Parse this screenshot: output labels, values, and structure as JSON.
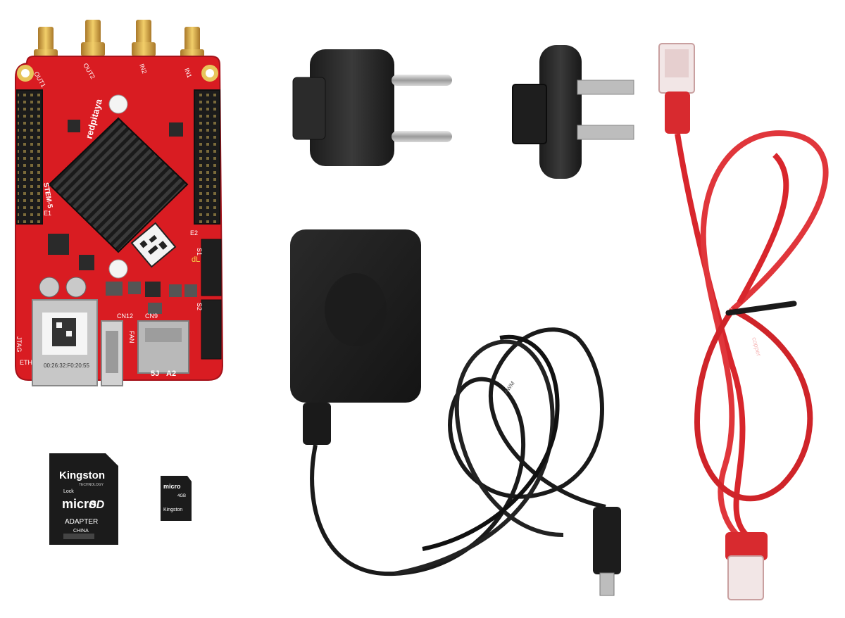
{
  "scene": {
    "description_items": [
      "red-pitaya-board",
      "eu-plug-adapter",
      "uk-plug-adapter",
      "ethernet-cable",
      "power-supply",
      "sd-adapter",
      "microsd-card"
    ]
  },
  "board": {
    "brand": "redpitaya",
    "labels": {
      "out1": "OUT1",
      "out2": "OUT2",
      "in1": "IN1",
      "in2": "IN2",
      "stemlab": "STEM-5",
      "e1": "E1",
      "e2": "E2",
      "s1": "S1",
      "s2": "S2",
      "jtag": "JTAG",
      "eth": "ETH",
      "cn12": "CN12",
      "cn9": "CN9",
      "fan": "FAN",
      "mac": "00:26:32:F0:20:55",
      "sd_mark_left": "5J",
      "sd_mark_right": "A2",
      "dl": "dL"
    }
  },
  "sd_adapter": {
    "brand": "Kingston",
    "brand_sub": "TECHNOLOGY",
    "lock": "Lock",
    "micro": "micro",
    "sd": "SD",
    "adapter": "ADAPTER",
    "origin": "CHINA"
  },
  "microsd": {
    "micro": "micro",
    "capacity": "4GB",
    "brand": "Kingston"
  },
  "cable_print": {
    "power": "AWM",
    "ethernet": "copper"
  }
}
